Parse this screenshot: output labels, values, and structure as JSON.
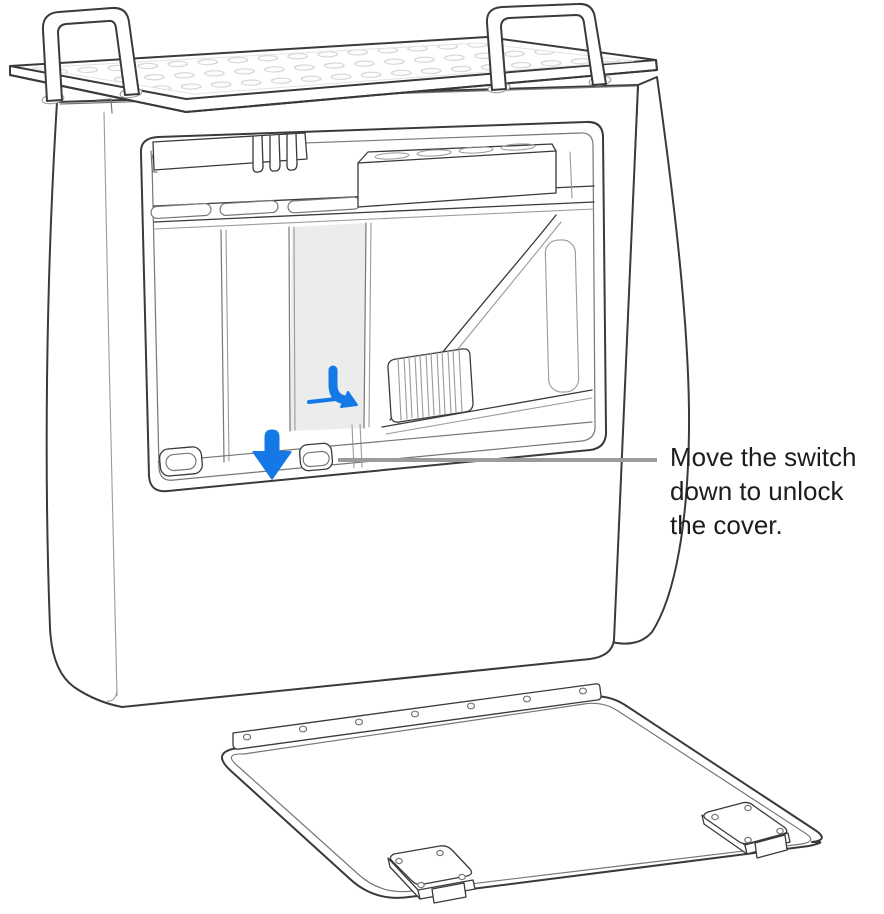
{
  "figure": {
    "description": "Line-art illustration of a Mac Pro standing on its end with the side cover removed and lying flat below; a blue arrow shows the lock switch being moved down.",
    "callout": {
      "full_text": "Move the switch down to unlock the cover.",
      "lines": [
        "Move the switch",
        "down to unlock",
        "the cover."
      ]
    },
    "icons": {
      "down_arrow": "arrow-down-icon",
      "bent_arrow": "arrow-bent-icon"
    },
    "colors": {
      "background": "#ffffff",
      "outline": "#3a3a3a",
      "light_outline": "#9a9a9a",
      "shaded_panel": "#ececec",
      "accent_blue": "#1478e6",
      "callout_line": "#9b9b9b",
      "text": "#1d1d1f"
    }
  }
}
